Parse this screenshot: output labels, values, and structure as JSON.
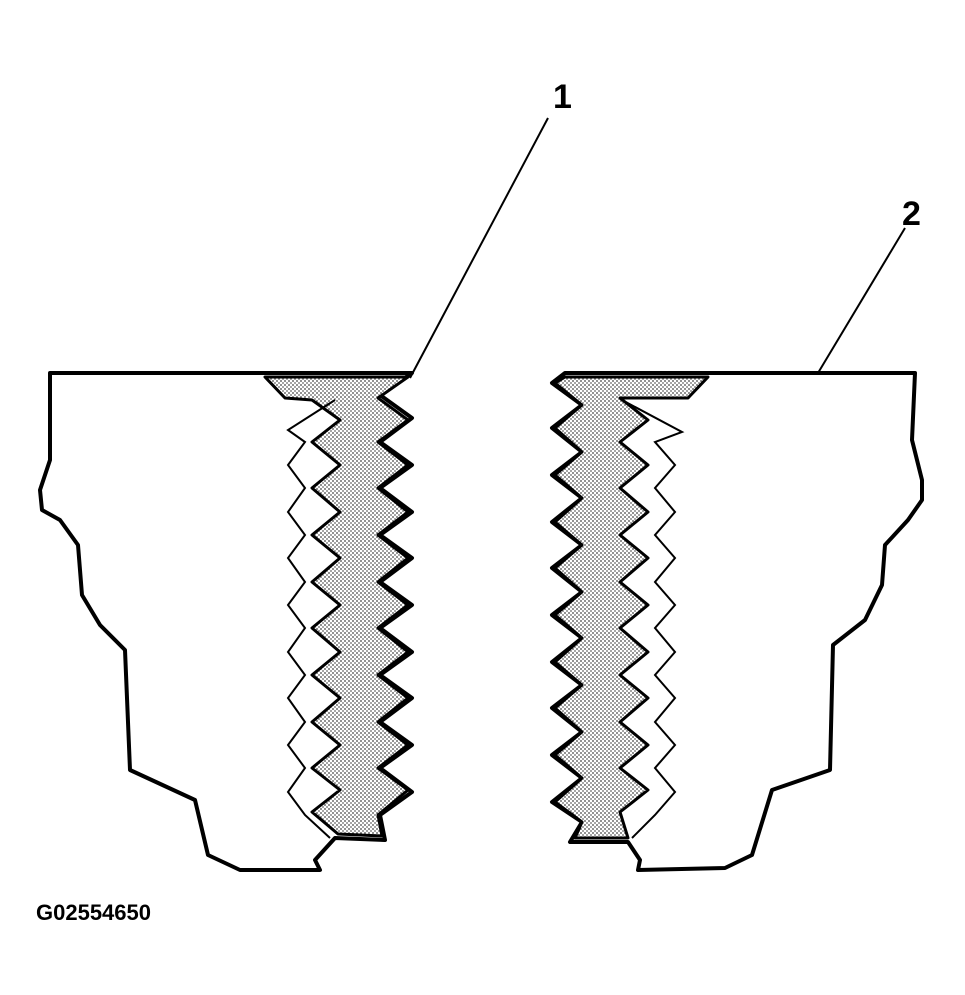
{
  "callouts": [
    {
      "label": "1"
    },
    {
      "label": "2"
    }
  ],
  "figure_id": "G02554650",
  "colors": {
    "line": "#000000",
    "fill": "#ffffff",
    "thread_fill": "#d6d6d6"
  }
}
